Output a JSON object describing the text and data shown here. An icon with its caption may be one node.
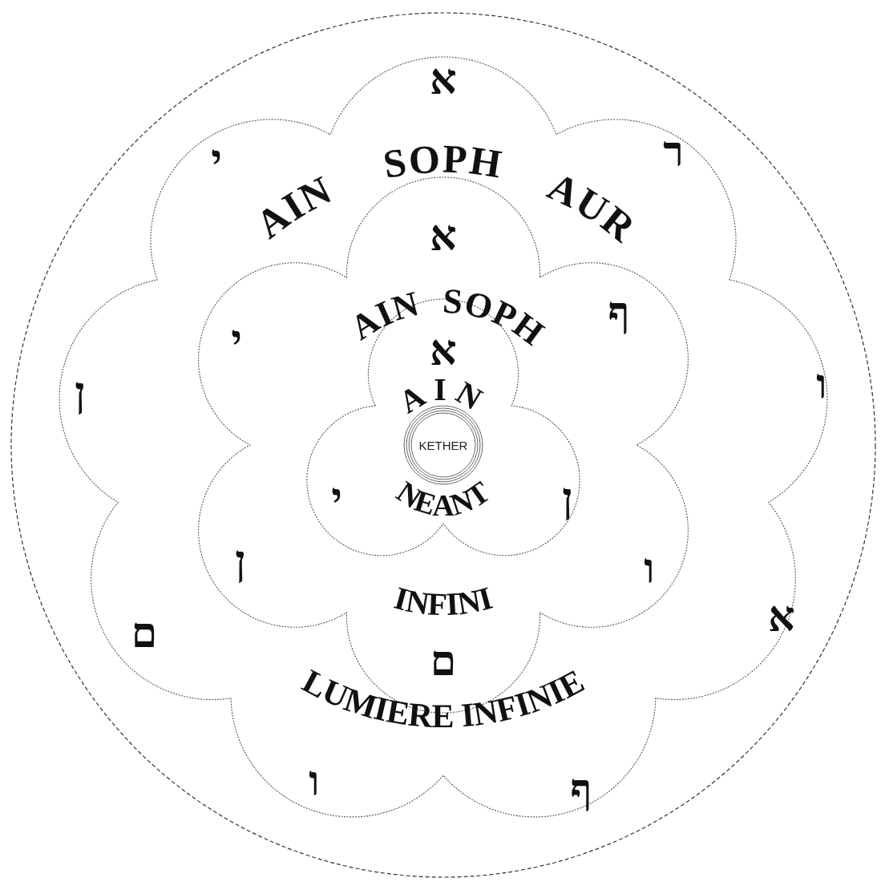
{
  "diagram": {
    "nodes": [
      {
        "text": [],
        "shape": "circle"
      },
      {
        "text": [
          "א",
          "י",
          "ר",
          "ן",
          "ו",
          "ם",
          "א",
          "ו",
          "ף"
        ],
        "in": 0
      },
      {
        "text": [
          "א",
          "י",
          "ף",
          "ן",
          "ו",
          "INFINI",
          "ם"
        ],
        "in": 1
      },
      {
        "text": [
          "א",
          "AIN",
          "י",
          "ן",
          "NEANT"
        ],
        "in": 2
      },
      {
        "text": [
          "KETHER"
        ],
        "in": 3
      }
    ],
    "labels": [
      "AIN",
      "SOPH",
      "AUR",
      "AIN",
      "SOPH",
      "LUMIERE INFINIE"
    ]
  }
}
